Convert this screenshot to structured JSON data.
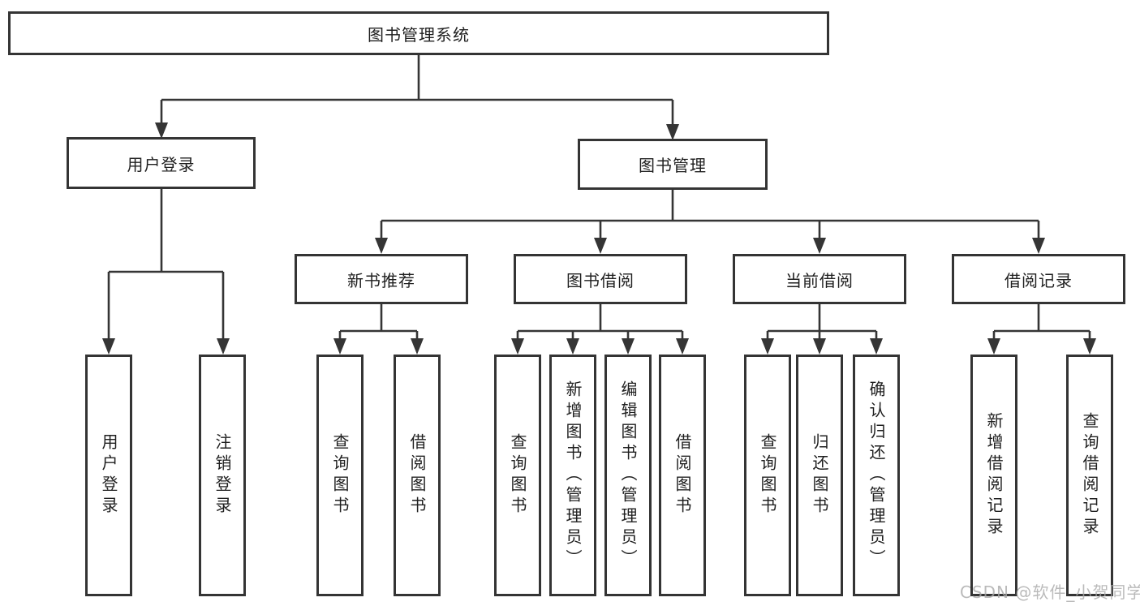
{
  "colors": {
    "line": "#353535",
    "box_border": "#343434",
    "text": "#1f1f1f",
    "background": "#ffffff",
    "watermark": "#a9a9a9"
  },
  "watermark": {
    "text": "CSDN @软件_小贺同学"
  },
  "tree": {
    "label": "图书管理系统",
    "children": [
      {
        "label": "用户登录",
        "children": [
          {
            "label": "用户登录"
          },
          {
            "label": "注销登录"
          }
        ]
      },
      {
        "label": "图书管理",
        "children": [
          {
            "label": "新书推荐",
            "children": [
              {
                "label": "查询图书"
              },
              {
                "label": "借阅图书"
              }
            ]
          },
          {
            "label": "图书借阅",
            "children": [
              {
                "label": "查询图书"
              },
              {
                "label": "新增图书（管理员）"
              },
              {
                "label": "编辑图书（管理员）"
              },
              {
                "label": "借阅图书"
              }
            ]
          },
          {
            "label": "当前借阅",
            "children": [
              {
                "label": "查询图书"
              },
              {
                "label": "归还图书"
              },
              {
                "label": "确认归还（管理员）"
              }
            ]
          },
          {
            "label": "借阅记录",
            "children": [
              {
                "label": "新增借阅记录"
              },
              {
                "label": "查询借阅记录"
              }
            ]
          }
        ]
      }
    ]
  }
}
